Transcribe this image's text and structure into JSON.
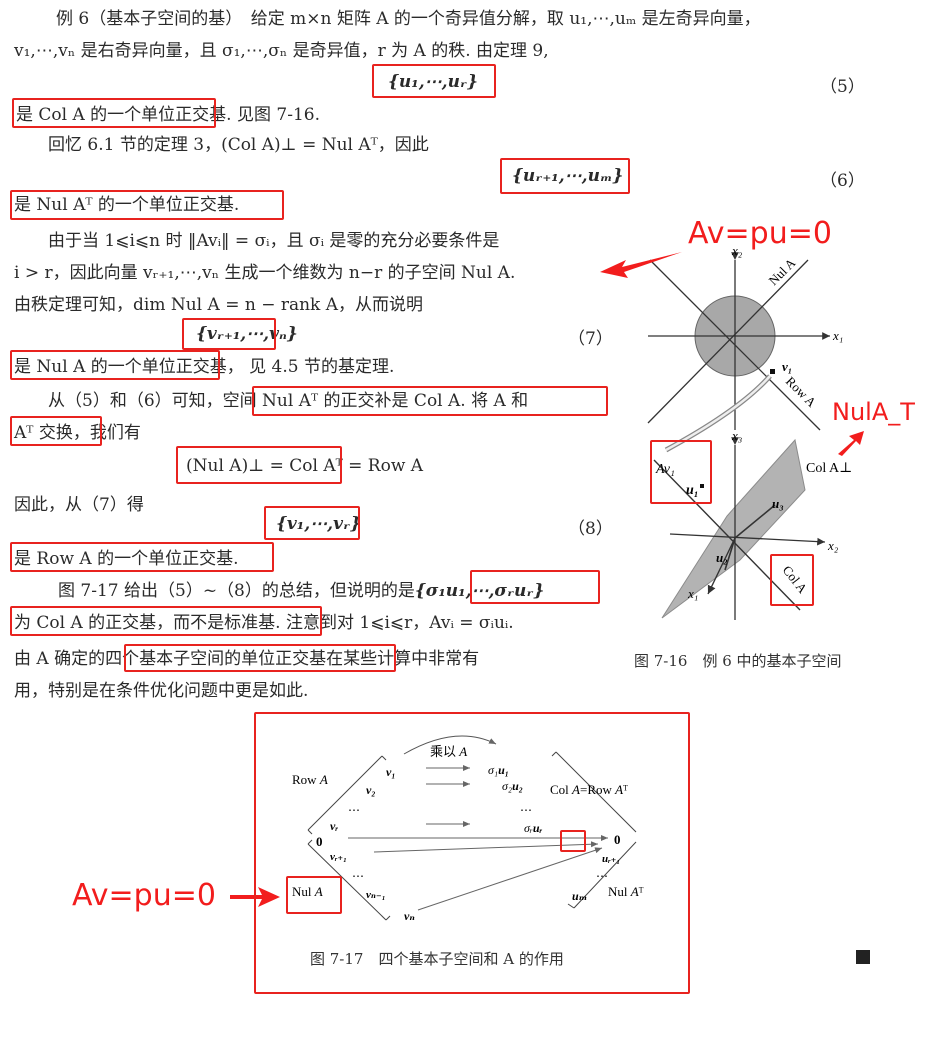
{
  "paragraphs": {
    "p1_line1": "例 6（基本子空间的基）　给定 m×n 矩阵 A 的一个奇异值分解，取 u₁,⋯,uₘ 是左奇异向量，",
    "p1_line2": "v₁,⋯,vₙ 是右奇异向量，且 σ₁,⋯,σₙ 是奇异值，r 为 A 的秩. 由定理 9,",
    "eq5": "{u₁,⋯,uᵣ}",
    "eq5_num": "（5）",
    "l_colA": "是 Col A 的一个单位正交基.",
    "l_colA_tail": " 见图 7-16.",
    "p2_line1": "回忆 6.1 节的定理 3，(Col A)⊥ = Nul Aᵀ，因此",
    "eq6": "{uᵣ₊₁,⋯,uₘ}",
    "eq6_num": "（6）",
    "l_nulAT": "是 Nul Aᵀ 的一个单位正交基.",
    "p3_line1": "由于当 1⩽i⩽n 时 ‖Avᵢ‖ = σᵢ，且 σᵢ 是零的充分必要条件是",
    "p3_line2": "i > r，因此向量 vᵣ₊₁,⋯,vₙ 生成一个维数为 n−r 的子空间 Nul A.",
    "p3_line3": "由秩定理可知，dim Nul A = n − rank A，从而说明",
    "eq7": "{vᵣ₊₁,⋯,vₙ}",
    "eq7_num": "（7）",
    "l_nulA": "是 Nul A 的一个单位正交基，",
    "l_nulA_tail": " 见 4.5 节的基定理.",
    "p4_head": "从（5）和（6）可知，",
    "p4_box": "空间 Nul Aᵀ 的正交补是 Col A. 将 A 和",
    "p4_line2_box": "Aᵀ 交换，",
    "p4_line2_tail": "我们有",
    "eq_mid_box": "(Nul A)⊥ = Col Aᵀ",
    "eq_mid_tail": " = Row A",
    "p5": "因此，从（7）得",
    "eq8": "{v₁,⋯,vᵣ}",
    "eq8_num": "（8）",
    "l_rowA": "是 Row A 的一个单位正交基.",
    "p6_line1": "图 7-17 给出（5）~（8）的总结，但说明的是",
    "p6_box": "{σ₁u₁,⋯,σᵣuᵣ}",
    "p6_line2_box": "为 Col A 的正交基，而不是标准基.",
    "p6_line2_tail": " 注意到对 1⩽i⩽r，Avᵢ = σᵢuᵢ.",
    "p7_head": "由 A 确定的",
    "p7_box": "四个基本子空间的单位正交基",
    "p7_tail": "在某些计算中非常有",
    "p7_line2": "用，特别是在条件优化问题中更是如此."
  },
  "figure_7_16": {
    "caption": "图 7-16　例 6 中的基本子空间",
    "labels": {
      "x1": "x₁",
      "x2": "x₂",
      "x3": "x₃",
      "nulA": "Nul A",
      "rowA": "Row A",
      "v1": "v₁",
      "av1": "Av₁",
      "u1": "u₁",
      "u2": "u₂",
      "u3": "u₃",
      "colA": "Col A",
      "colAperp": "Col A⊥"
    }
  },
  "figure_7_17": {
    "caption": "图 7-17　四个基本子空间和 A 的作用",
    "multiply_label": "乘以 A",
    "rowA": "Row A",
    "colA": "Col A=Row Aᵀ",
    "nulA": "Nul A",
    "nulAT": "Nul Aᵀ",
    "left_vectors": [
      "v₁",
      "v₂",
      "⋯",
      "vᵣ",
      "0",
      "vᵣ₊₁",
      "⋯",
      "vₙ₋₁",
      "vₙ"
    ],
    "right_vectors": [
      "σ₁u₁",
      "σ₂u₂",
      "⋯",
      "σᵣuᵣ",
      "0",
      "uᵣ₊₁",
      "⋯",
      "uₘ"
    ]
  },
  "annotations": {
    "top_note": "Av=pu=0",
    "right_note": "NulA_T",
    "bottom_note": "Av=pu=0",
    "color": "#f21d1d"
  }
}
